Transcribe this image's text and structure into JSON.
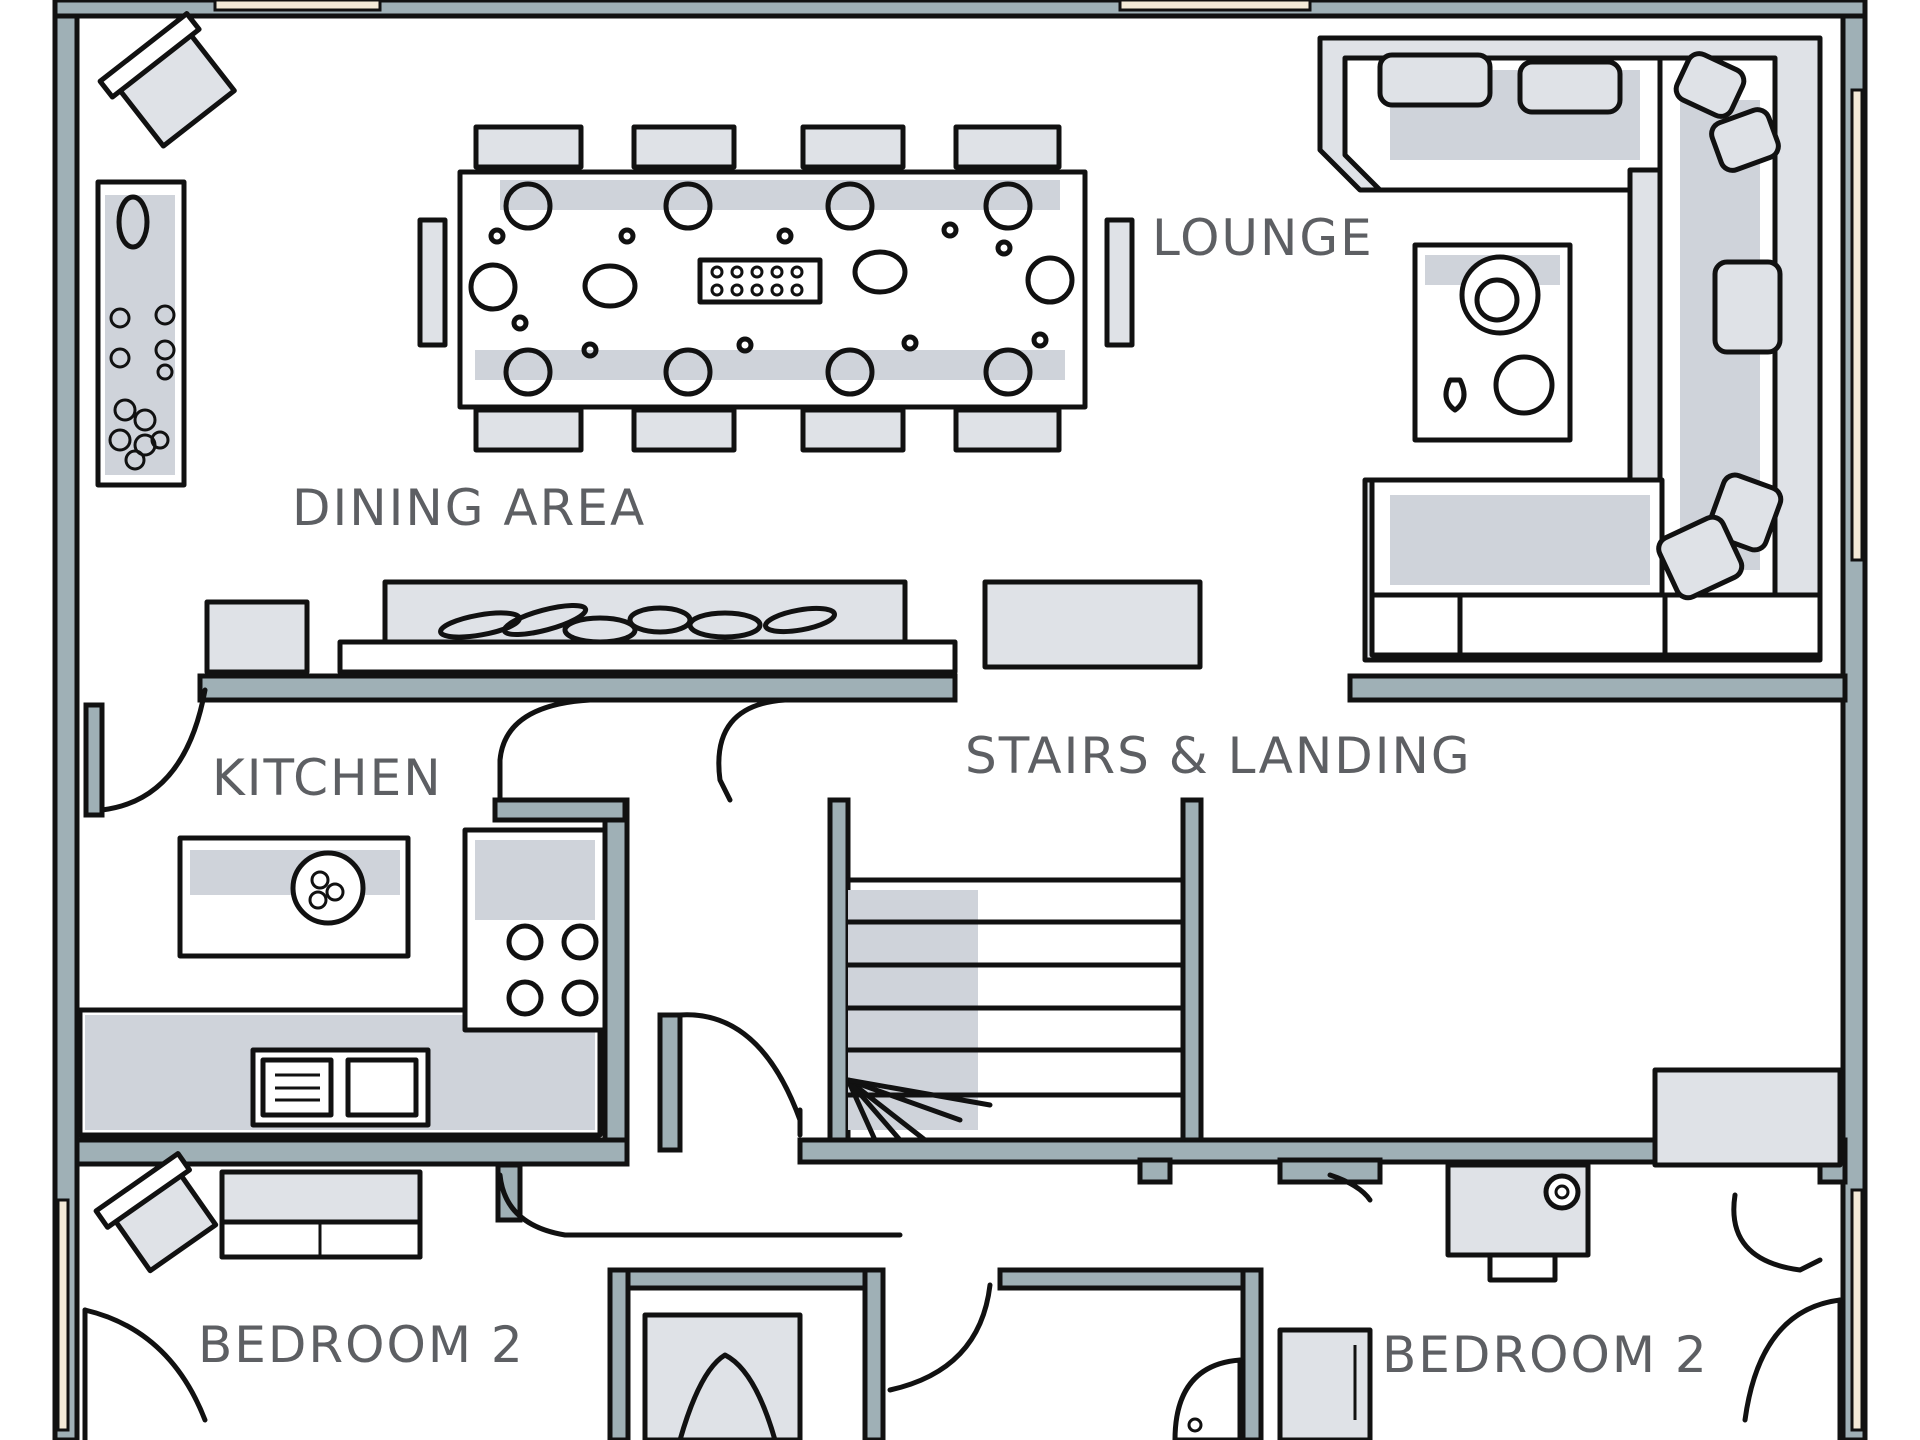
{
  "rooms": {
    "lounge": "LOUNGE",
    "dining": "DINING AREA",
    "kitchen": "KITCHEN",
    "stairs": "STAIRS & LANDING",
    "bedroom_left": "BEDROOM 2",
    "bedroom_right": "BEDROOM 2"
  },
  "colors": {
    "wall": "#9fb0b6",
    "furniture_shade": "#cfd3da",
    "label": "#5d5f63",
    "window": "#f3ead8"
  }
}
